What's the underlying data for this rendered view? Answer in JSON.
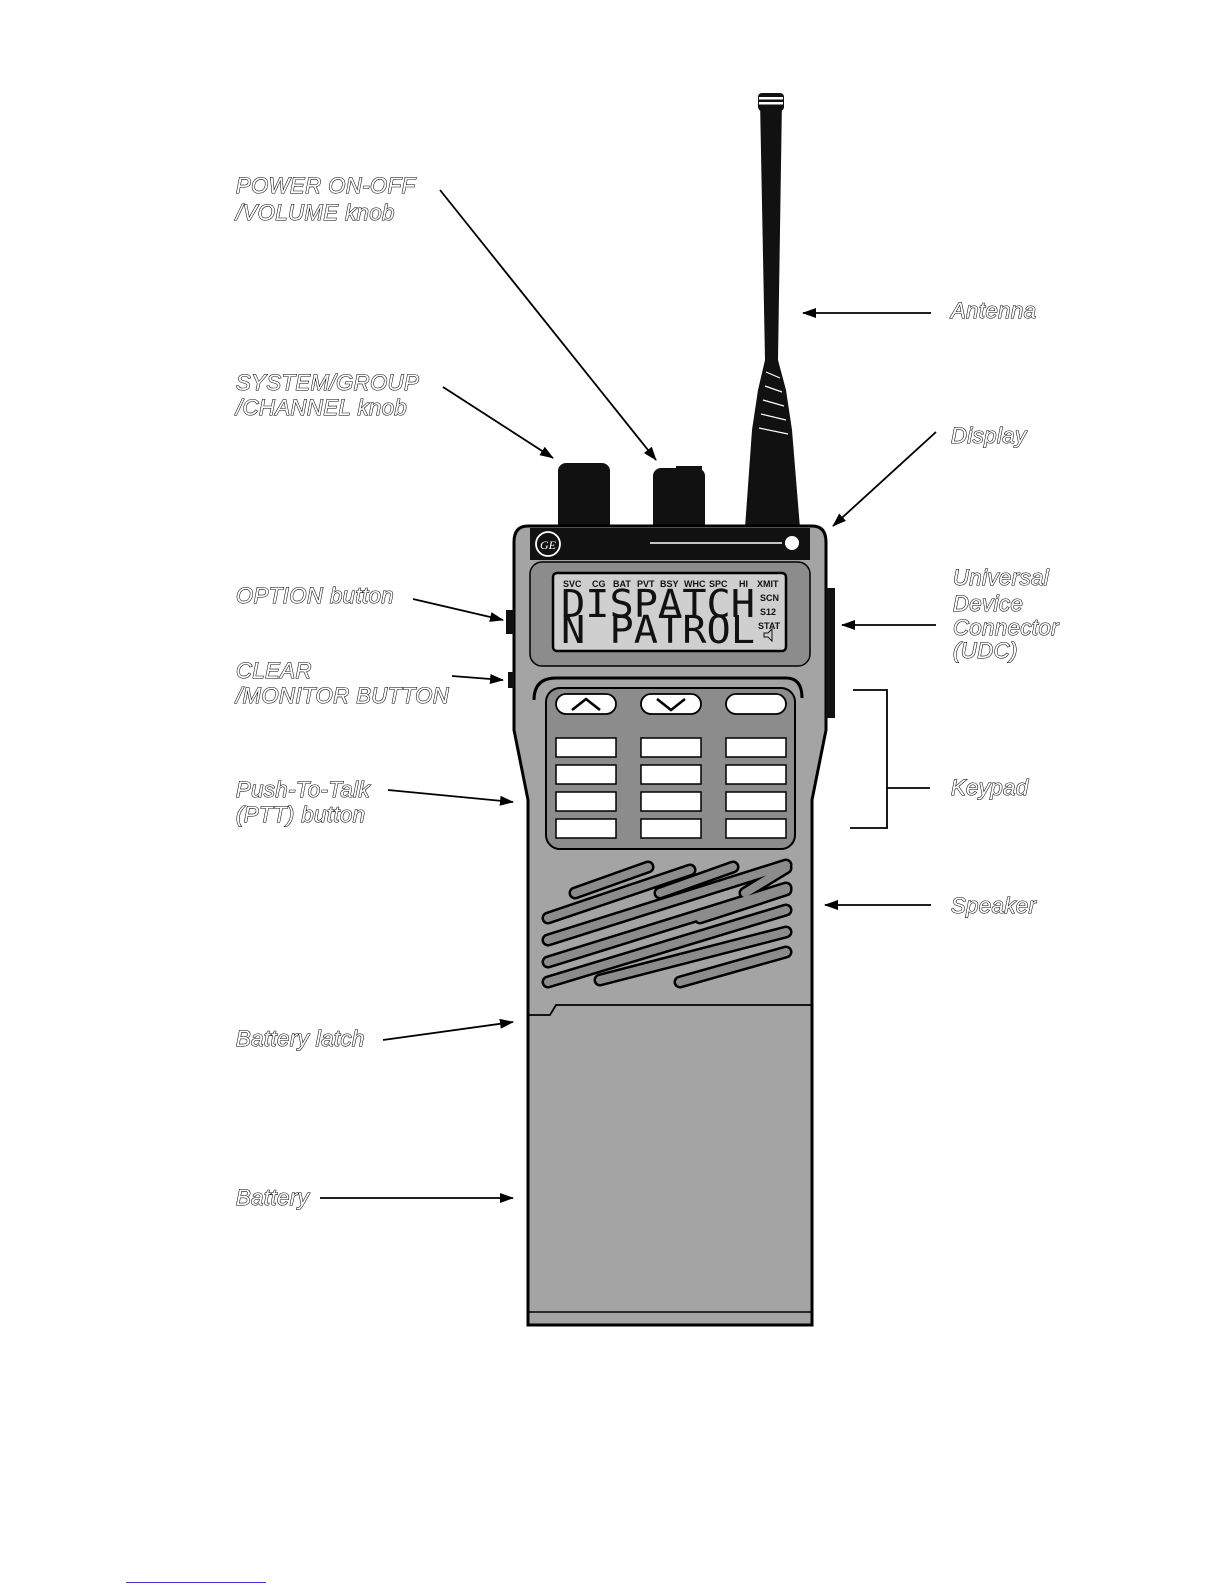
{
  "callouts": {
    "power_volume": [
      "POWER ON-OFF",
      "/VOLUME knob"
    ],
    "system_group": [
      "SYSTEM/GROUP",
      "/CHANNEL knob"
    ],
    "option": [
      "OPTION button"
    ],
    "clear_monitor": [
      "CLEAR",
      "/MONITOR BUTTON"
    ],
    "ptt": [
      "Push-To-Talk",
      "(PTT) button"
    ],
    "battery_latch": [
      "Battery latch"
    ],
    "battery": [
      "Battery"
    ],
    "antenna": [
      "Antenna"
    ],
    "display": [
      "Display"
    ],
    "udc": [
      "Universal",
      "Device",
      "Connector",
      "(UDC)"
    ],
    "keypad": [
      "Keypad"
    ],
    "speaker": [
      "Speaker"
    ]
  },
  "display": {
    "annunciators": [
      "SVC",
      "CG",
      "BAT",
      "PVT",
      "BSY",
      "WHC",
      "SPC",
      "HI",
      "XMIT"
    ],
    "side_indicators": [
      "SCN",
      "S12",
      "STAT"
    ],
    "line1": "DISPATCH",
    "line2": "N PATROL"
  },
  "brand_logo": "GE",
  "colors": {
    "body": "#a4a4a4",
    "body_dark": "#8c8c8c",
    "lcd": "#cfcfcf",
    "ink": "#000000"
  }
}
